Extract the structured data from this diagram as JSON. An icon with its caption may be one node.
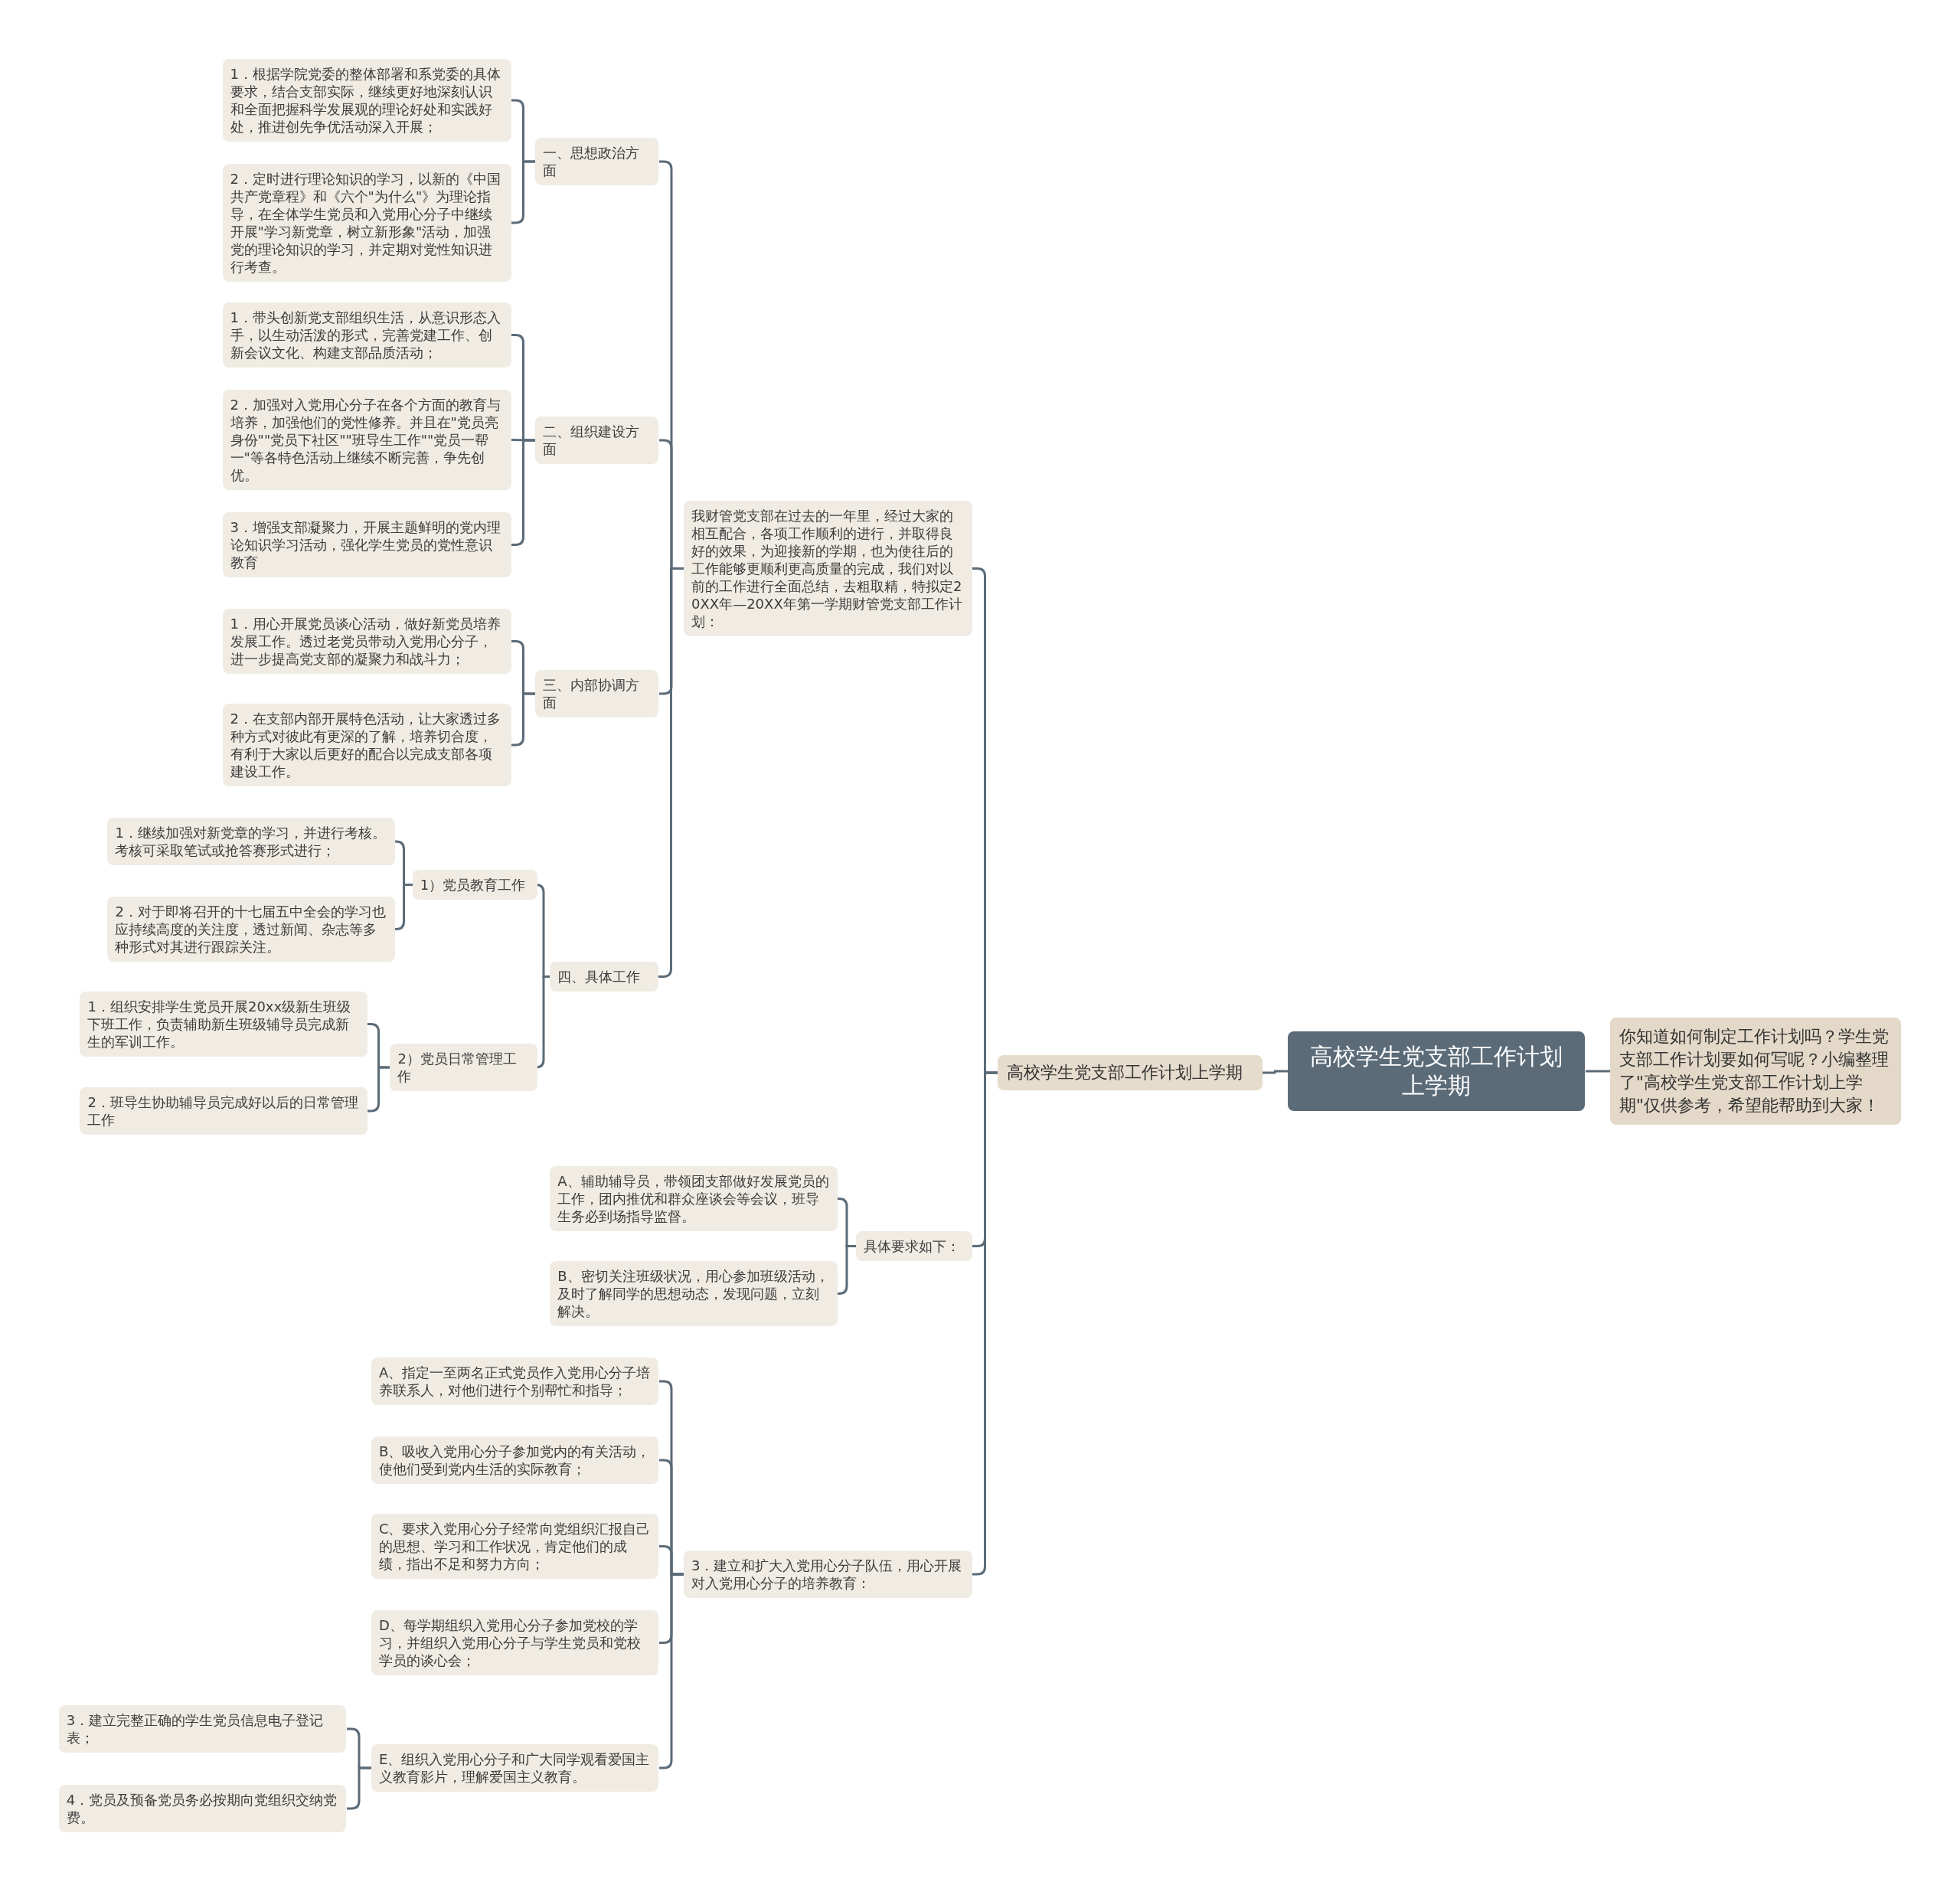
{
  "diagram": {
    "nodes": [
      {
        "text": [
          "高校学生党支部工作计划上学期"
        ]
      },
      {
        "text": [
          "你知道如何制定工作计划吗？学生党支部工作计划要如何写呢？小编整理了\"高校学生党支部工作计划上学期\"仅供参考，希望能帮助到大家！"
        ]
      },
      {
        "text": [
          "高校学生党支部工作计划上学期"
        ]
      },
      {
        "text": [
          "我财管党支部在过去的一年里，经过大家的相互配合，各项工作顺利的进行，并取得良好的效果，为迎接新的学期，也为使往后的工作能够更顺利更高质量的完成，我们对以前的工作进行全面总结，去粗取精，特拟定20XX年—20XX年第一学期财管党支部工作计划："
        ]
      },
      {
        "text": [
          "一、思想政治方面"
        ]
      },
      {
        "text": [
          "1．根据学院党委的整体部署和系党委的具体要求，结合支部实际，继续更好地深刻认识和全面把握科学发展观的理论好处和实践好处，推进创先争优活动深入开展；"
        ]
      },
      {
        "text": [
          "2．定时进行理论知识的学习，以新的《中国共产党章程》和《六个\"为什么\"》为理论指导，在全体学生党员和入党用心分子中继续开展\"学习新党章，树立新形象\"活动，加强党的理论知识的学习，并定期对党性知识进行考查。"
        ]
      },
      {
        "text": [
          "二、组织建设方面"
        ]
      },
      {
        "text": [
          "1．带头创新党支部组织生活，从意识形态入手，以生动活泼的形式，完善党建工作、创新会议文化、构建支部品质活动；"
        ]
      },
      {
        "text": [
          "2．加强对入党用心分子在各个方面的教育与培养，加强他们的党性修养。并且在\"党员亮身份\"\"党员下社区\"\"班导生工作\"\"党员一帮一\"等各特色活动上继续不断完善，争先创优。"
        ]
      },
      {
        "text": [
          "3．增强支部凝聚力，开展主题鲜明的党内理论知识学习活动，强化学生党员的党性意识教育"
        ]
      },
      {
        "text": [
          "三、内部协调方面"
        ]
      },
      {
        "text": [
          "1．用心开展党员谈心活动，做好新党员培养发展工作。透过老党员带动入党用心分子，进一步提高党支部的凝聚力和战斗力；"
        ]
      },
      {
        "text": [
          "2．在支部内部开展特色活动，让大家透过多种方式对彼此有更深的了解，培养切合度，有利于大家以后更好的配合以完成支部各项建设工作。"
        ]
      },
      {
        "text": [
          "四、具体工作"
        ]
      },
      {
        "text": [
          "1）党员教育工作"
        ]
      },
      {
        "text": [
          "1．继续加强对新党章的学习，并进行考核。考核可采取笔试或抢答赛形式进行；"
        ]
      },
      {
        "text": [
          "2．对于即将召开的十七届五中全会的学习也应持续高度的关注度，透过新闻、杂志等多种形式对其进行跟踪关注。"
        ]
      },
      {
        "text": [
          "2）党员日常管理工作"
        ]
      },
      {
        "text": [
          "1．组织安排学生党员开展20xx级新生班级下班工作，负责辅助新生班级辅导员完成新生的军训工作。"
        ]
      },
      {
        "text": [
          "2．班导生协助辅导员完成好以后的日常管理工作"
        ]
      },
      {
        "text": [
          "具体要求如下："
        ]
      },
      {
        "text": [
          "A、辅助辅导员，带领团支部做好发展党员的工作，团内推优和群众座谈会等会议，班导生务必到场指导监督。"
        ]
      },
      {
        "text": [
          "B、密切关注班级状况，用心参加班级活动，及时了解同学的思想动态，发现问题，立刻解决。"
        ]
      },
      {
        "text": [
          "3．建立和扩大入党用心分子队伍，用心开展对入党用心分子的培养教育："
        ]
      },
      {
        "text": [
          "A、指定一至两名正式党员作入党用心分子培养联系人，对他们进行个别帮忙和指导；"
        ]
      },
      {
        "text": [
          "B、吸收入党用心分子参加党内的有关活动，使他们受到党内生活的实际教育；"
        ]
      },
      {
        "text": [
          "C、要求入党用心分子经常向党组织汇报自己的思想、学习和工作状况，肯定他们的成绩，指出不足和努力方向；"
        ]
      },
      {
        "text": [
          "D、每学期组织入党用心分子参加党校的学习，并组织入党用心分子与学生党员和党校学员的谈心会；"
        ]
      },
      {
        "text": [
          "E、组织入党用心分子和广大同学观看爱国主义教育影片，理解爱国主义教育。"
        ]
      },
      {
        "text": [
          "3．建立完整正确的学生党员信息电子登记表；"
        ]
      },
      {
        "text": [
          "4．党员及预备党员务必按期向党组织交纳党费。"
        ]
      }
    ],
    "edges": [
      {
        "from": 0,
        "to": 1,
        "arrow": "none"
      },
      {
        "from": 0,
        "to": 2,
        "arrow": "none"
      },
      {
        "from": 2,
        "to": 3,
        "arrow": "none"
      },
      {
        "from": 2,
        "to": 21,
        "arrow": "none"
      },
      {
        "from": 2,
        "to": 24,
        "arrow": "none"
      },
      {
        "from": 3,
        "to": 4,
        "arrow": "none"
      },
      {
        "from": 3,
        "to": 7,
        "arrow": "none"
      },
      {
        "from": 3,
        "to": 11,
        "arrow": "none"
      },
      {
        "from": 3,
        "to": 14,
        "arrow": "none"
      },
      {
        "from": 4,
        "to": 5,
        "arrow": "none"
      },
      {
        "from": 4,
        "to": 6,
        "arrow": "none"
      },
      {
        "from": 7,
        "to": 8,
        "arrow": "none"
      },
      {
        "from": 7,
        "to": 9,
        "arrow": "none"
      },
      {
        "from": 7,
        "to": 10,
        "arrow": "none"
      },
      {
        "from": 11,
        "to": 12,
        "arrow": "none"
      },
      {
        "from": 11,
        "to": 13,
        "arrow": "none"
      },
      {
        "from": 14,
        "to": 15,
        "arrow": "none"
      },
      {
        "from": 14,
        "to": 18,
        "arrow": "none"
      },
      {
        "from": 15,
        "to": 16,
        "arrow": "none"
      },
      {
        "from": 15,
        "to": 17,
        "arrow": "none"
      },
      {
        "from": 18,
        "to": 19,
        "arrow": "none"
      },
      {
        "from": 18,
        "to": 20,
        "arrow": "none"
      },
      {
        "from": 21,
        "to": 22,
        "arrow": "none"
      },
      {
        "from": 21,
        "to": 23,
        "arrow": "none"
      },
      {
        "from": 24,
        "to": 25,
        "arrow": "none"
      },
      {
        "from": 24,
        "to": 26,
        "arrow": "none"
      },
      {
        "from": 24,
        "to": 27,
        "arrow": "none"
      },
      {
        "from": 24,
        "to": 28,
        "arrow": "none"
      },
      {
        "from": 24,
        "to": 29,
        "arrow": "none"
      },
      {
        "from": 29,
        "to": 30,
        "arrow": "none"
      },
      {
        "from": 29,
        "to": 31,
        "arrow": "none"
      }
    ]
  }
}
